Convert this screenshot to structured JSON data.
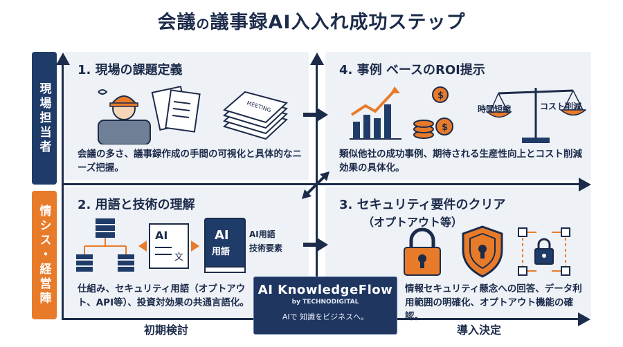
{
  "title": {
    "part1": "会議",
    "part2": "の",
    "part3": "議事録AI入入れ成功ステップ"
  },
  "side_labels": {
    "top": "現場担当者",
    "bottom": "情シス・経営陣"
  },
  "panels": {
    "p1": {
      "title": "1. 現場の課題定義",
      "desc": "会議の多さ、議事録作成の手間の可視化と具体的なニーズ把握。",
      "doc_label": "MEETING"
    },
    "p2": {
      "title": "2. 用語と技術の理解",
      "desc": "仕組み、セキュリティ用語（オプトアウト、API等）、投資対効果の共通言語化。",
      "ai_doc": "AI",
      "ai_doc_sub": "文",
      "book_ai": "AI",
      "book_sub": "用語",
      "label1": "AI用語",
      "label2": "技術要素"
    },
    "p3": {
      "title": "3. セキュリティ要件のクリア",
      "subtitle": "（オプトアウト等）",
      "desc": "情報セキュリティ懸念への回答、データ利用範囲の明確化、オプトアウト機能の確認。"
    },
    "p4": {
      "title": "4. 事例 ベースのROI提示",
      "desc": "類似他社の成功事例、期待される生産性向上とコスト削減効果の具体化。",
      "scale_left": "時間短縮",
      "scale_right": "コスト削減",
      "coin_symbol": "$"
    }
  },
  "x_axis": {
    "left": "初期検討",
    "right": "導入決定"
  },
  "brand": {
    "name": "AI KnowledgeFlow",
    "by": "by TECHNODIGITAL",
    "tagline": "AIで 知識をビジネスへ。"
  },
  "colors": {
    "navy": "#1c2b4a",
    "orange": "#e87b2a",
    "panel": "#eef1f6",
    "side_top": "#1f3b68"
  }
}
